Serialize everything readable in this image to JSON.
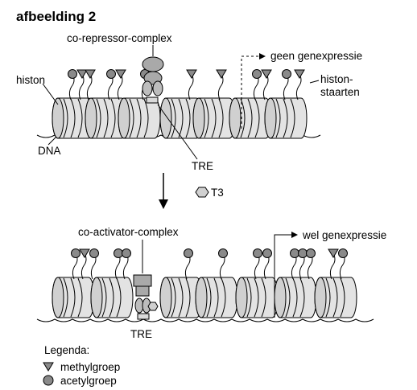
{
  "figure_title": "afbeelding 2",
  "top_panel": {
    "co_repressor_label": "co-repressor-complex",
    "histon_label": "histon",
    "dna_label": "DNA",
    "tre_label": "TRE",
    "gene_expression_label": "geen genexpressie",
    "histon_tails_label_line1": "histon-",
    "histon_tails_label_line2": "staarten"
  },
  "transition": {
    "t3_label": "T3"
  },
  "bottom_panel": {
    "co_activator_label": "co-activator-complex",
    "tre_label": "TRE",
    "gene_expression_label": "wel genexpressie"
  },
  "legend": {
    "title": "Legenda:",
    "items": [
      {
        "symbol": "triangle",
        "label": "methylgroep"
      },
      {
        "symbol": "circle",
        "label": "acetylgroep"
      }
    ]
  },
  "colors": {
    "nucleosome_fill": "#e3e3e3",
    "nucleosome_face": "#d0d0d0",
    "marker_gray": "#8a8a8a",
    "complex_gray": "#a9a9a9"
  }
}
